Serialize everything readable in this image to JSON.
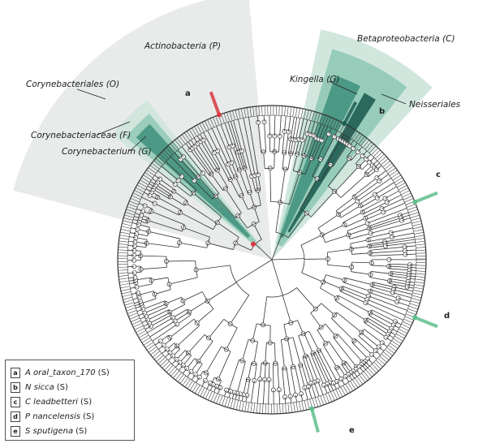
{
  "clades": {
    "actinobacteria": "Actinobacteria (P)",
    "corynebacteriales": "Corynebacteriales (O)",
    "corynebacteriaceae": "Corynebacteriaceae (F)",
    "corynebacterium": "Corynebacterium (G)",
    "betaproteobacteria": "Betaproteobacteria (C)",
    "kingella": "Kingella (G)",
    "neisseriales": "Neisseriales"
  },
  "tips": [
    "a",
    "b",
    "c",
    "d",
    "e"
  ],
  "legend": [
    {
      "key": "a",
      "name": "A oral_taxon_170",
      "rank": "(S)"
    },
    {
      "key": "b",
      "name": "N sicca",
      "rank": "(S)"
    },
    {
      "key": "c",
      "name": "C leadbetteri",
      "rank": "(S)"
    },
    {
      "key": "d",
      "name": "P nancelensis",
      "rank": "(S)"
    },
    {
      "key": "e",
      "name": "S sputigena",
      "rank": "(S)"
    }
  ],
  "colors": {
    "wedge_grey": "#e9ebeb",
    "teal_light": "#cfe6dc",
    "teal_mid": "#8cc7b3",
    "teal_dark": "#3f8f7b",
    "teal_darkest": "#1f5e53",
    "highlight_red": "#d9393f",
    "highlight_green": "#5fbf8c",
    "tree_line": "#333333"
  }
}
